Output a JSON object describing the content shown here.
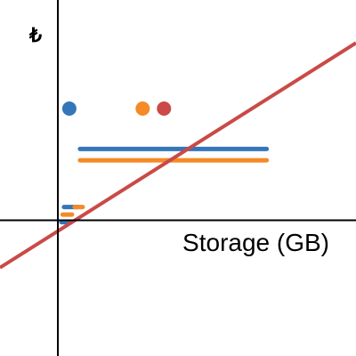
{
  "chart_data": {
    "type": "line",
    "title": "",
    "xlabel": "Storage (GB)",
    "ylabel": "₺",
    "xlim": [
      -4.4,
      22.3
    ],
    "ylim": [
      -5.2,
      8.9
    ],
    "grid": false,
    "legend": "none",
    "line": {
      "x": [
        -4.4,
        22.3
      ],
      "y": [
        -1.7,
        7.2
      ],
      "color": "#c94a47"
    },
    "segments": [
      {
        "x": [
          1.6,
          15.6
        ],
        "y": [
          3.0,
          3.0
        ],
        "color": "#3476b9"
      },
      {
        "x": [
          1.6,
          15.6
        ],
        "y": [
          2.55,
          2.55
        ],
        "color": "#f58a26"
      },
      {
        "x": [
          0.4,
          1.5
        ],
        "y": [
          0.7,
          0.7
        ],
        "color": "#3476b9"
      },
      {
        "x": [
          1.2,
          1.8
        ],
        "y": [
          0.7,
          0.7
        ],
        "color": "#f58a26"
      },
      {
        "x": [
          0.3,
          1.0
        ],
        "y": [
          0.4,
          0.4
        ],
        "color": "#f58a26"
      },
      {
        "x": [
          0.2,
          0.7
        ],
        "y": [
          0.1,
          0.1
        ],
        "color": "#3476b9"
      }
    ],
    "points": [
      {
        "x": 0.8,
        "y": 4.6,
        "color": "#3476b9"
      },
      {
        "x": 6.3,
        "y": 4.6,
        "color": "#f58a26"
      },
      {
        "x": 7.9,
        "y": 4.6,
        "color": "#c94a47"
      }
    ]
  }
}
